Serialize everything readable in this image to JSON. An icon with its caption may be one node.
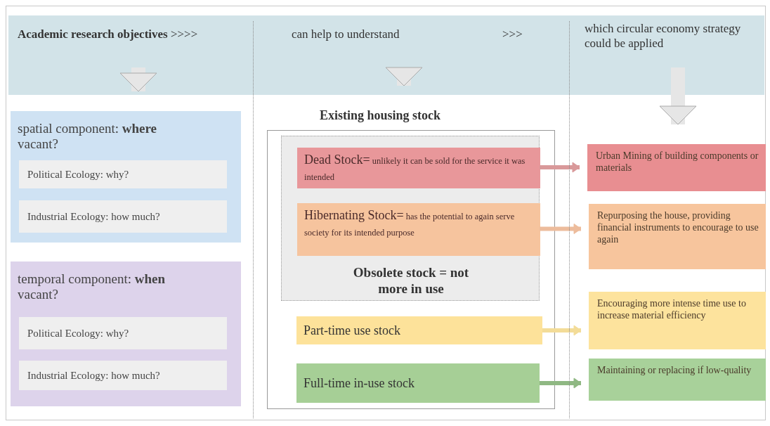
{
  "diagram": {
    "nodes": [
      {
        "text": [
          "**Academic research objectives** >>>>",
          "can help to understand",
          ">>>",
          "which circular economy strategy could be applied"
        ]
      },
      {
        "text": [
          "spatial component: **where** vacant?"
        ]
      },
      {
        "text": [
          "Political Ecology: why?"
        ],
        "in": 1
      },
      {
        "text": [
          "Industrial Ecology: how much?"
        ],
        "in": 1
      },
      {
        "text": [
          "temporal component: **when** vacant?"
        ]
      },
      {
        "text": [
          "Political Ecology: why?"
        ],
        "in": 4
      },
      {
        "text": [
          "Industrial Ecology: how much?"
        ],
        "in": 4
      },
      {
        "text": [
          "Existing housing stock"
        ]
      },
      {
        "text": [
          "Obsolete stock = not more in use"
        ],
        "in": 7
      },
      {
        "text": [
          "Dead Stock=",
          "unlikely it can be sold for the service it was intended"
        ],
        "in": 8
      },
      {
        "text": [
          "Hibernating Stock=",
          "has the potential to again serve society for its intended purpose"
        ],
        "in": 8
      },
      {
        "text": [
          "Part-time use stock"
        ],
        "in": 7
      },
      {
        "text": [
          "Full-time in-use stock"
        ],
        "in": 7
      },
      {
        "text": [
          "Urban Mining of building components or materials"
        ]
      },
      {
        "text": [
          "Repurposing the house, providing financial instruments to encourage to use again"
        ]
      },
      {
        "text": [
          "Encouraging more intense time use to increase material efficiency"
        ]
      },
      {
        "text": [
          "Maintaining or replacing if low-quality"
        ]
      }
    ],
    "edges": [
      {
        "from": 0,
        "to": 1,
        "arrow": "to",
        "style": "thick"
      },
      {
        "from": 0,
        "to": 7,
        "arrow": "to",
        "style": "thick"
      },
      {
        "from": 0,
        "to": 13,
        "arrow": "to",
        "style": "thick"
      },
      {
        "from": 9,
        "to": 13,
        "arrow": "to",
        "color": "#d9999a"
      },
      {
        "from": 10,
        "to": 14,
        "arrow": "to",
        "color": "#edbc9c"
      },
      {
        "from": 11,
        "to": 15,
        "arrow": "to",
        "color": "#f3dc98"
      },
      {
        "from": 12,
        "to": 16,
        "arrow": "to",
        "color": "#8fb883"
      }
    ]
  }
}
